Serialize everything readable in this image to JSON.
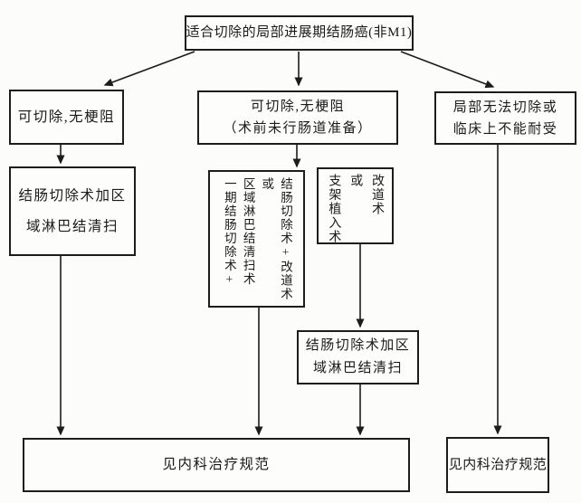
{
  "flow": {
    "top": {
      "text": "适合切除的局部进展期结肠癌(非M1)"
    },
    "left_condition": {
      "text": "可切除,无梗阻"
    },
    "mid_condition": {
      "line1": "可切除,无梗阻",
      "line2": "（术前未行肠道准备）"
    },
    "right_condition": {
      "line1": "局部无法切除或",
      "line2": "临床上不能耐受"
    },
    "left_surgery": {
      "line1": "结肠切除术加区",
      "line2": "域淋巴结清扫"
    },
    "resection_options": {
      "columns": [
        "一期结肠切除术+",
        "区域淋巴结清扫术",
        "或",
        "结肠切除术+改道术"
      ]
    },
    "stent_options": {
      "columns": [
        "支架植入术",
        "或",
        "改道术"
      ]
    },
    "mid_surgery": {
      "line1": "结肠切除术加区",
      "line2": "域淋巴结清扫"
    },
    "bottom_main": {
      "text": "见内科治疗规范"
    },
    "bottom_right": {
      "text": "见内科治疗规范"
    },
    "colors": {
      "line": "#1c1c1c",
      "text": "#1a1a1a",
      "background": "#fcfcfb",
      "box_background": "#fdfdfc"
    }
  }
}
